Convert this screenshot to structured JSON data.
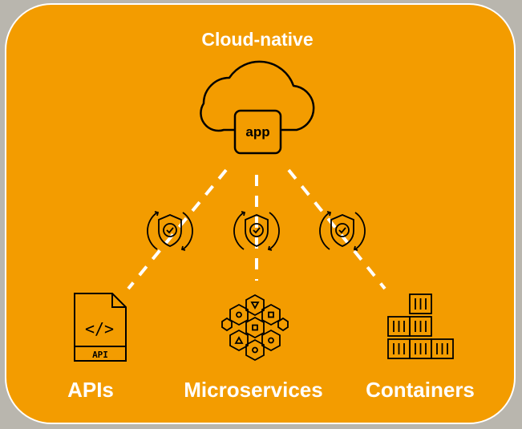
{
  "title": "Cloud-native",
  "app_label": "app",
  "api_doc_label": "API",
  "api_code_glyph": "</>",
  "items": [
    {
      "label": "APIs",
      "icon": "api-document-icon"
    },
    {
      "label": "Microservices",
      "icon": "hexagon-cluster-icon"
    },
    {
      "label": "Containers",
      "icon": "stacked-containers-icon"
    }
  ],
  "security_icon": "shield-check-refresh-icon",
  "colors": {
    "panel": "#f39c00",
    "stroke": "#000000",
    "text": "#ffffff",
    "background": "#b9b6ae"
  }
}
